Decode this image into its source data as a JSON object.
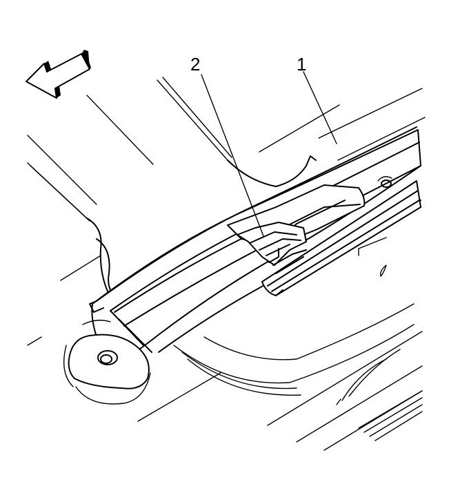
{
  "diagram": {
    "callouts": [
      {
        "id": "1",
        "label": "1"
      },
      {
        "id": "2",
        "label": "2"
      }
    ],
    "icons": {
      "direction_arrow": "arrow-left-icon"
    }
  }
}
